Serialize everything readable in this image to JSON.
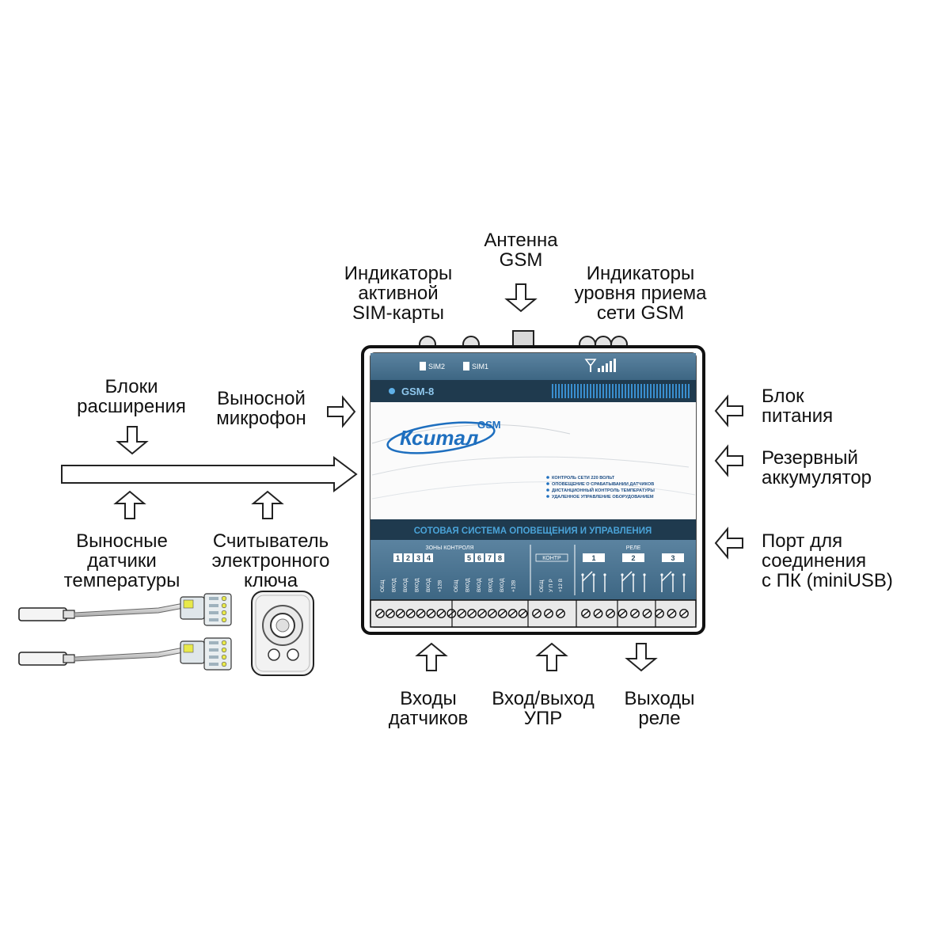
{
  "labels": {
    "antenna": [
      "Антенна",
      "GSM"
    ],
    "sim_indicators": [
      "Индикаторы",
      "активной",
      "SIM-карты"
    ],
    "gsm_level_indicators": [
      "Индикаторы",
      "уровня приема",
      "сети GSM"
    ],
    "expansion_blocks": [
      "Блоки",
      "расширения"
    ],
    "remote_microphone": [
      "Выносной",
      "микрофон"
    ],
    "power_supply": [
      "Блок",
      "питания"
    ],
    "backup_battery": [
      "Резервный",
      "аккумулятор"
    ],
    "pc_port": [
      "Порт для",
      "соединения",
      "с ПК (miniUSB)"
    ],
    "temperature_sensors": [
      "Выносные",
      "датчики",
      "температуры"
    ],
    "key_reader": [
      "Считыватель",
      "электронного",
      "ключа"
    ],
    "sensor_inputs": [
      "Входы",
      "датчиков"
    ],
    "upr_io": [
      "Вход/выход",
      "УПР"
    ],
    "relay_outputs": [
      "Выходы",
      "реле"
    ]
  },
  "device": {
    "sim2": "SIM2",
    "sim1": "SIM1",
    "model": "GSM-8",
    "brand": "Кситал",
    "brand_suffix": "GSM",
    "features": [
      "КОНТРОЛЬ СЕТИ 220 ВОЛЬТ",
      "ОПОВЕЩЕНИЕ О СРАБАТЫВАНИИ ДАТЧИКОВ",
      "ДИСТАНЦИОННЫЙ КОНТРОЛЬ ТЕМПЕРАТУРЫ",
      "УДАЛЕННОЕ УПРАВЛЕНИЕ ОБОРУДОВАНИЕМ"
    ],
    "slogan": "СОТОВАЯ СИСТЕМА ОПОВЕЩЕНИЯ И УПРАВЛЕНИЯ",
    "zones_title": "ЗОНЫ КОНТРОЛЯ",
    "zone_numbers": [
      "1",
      "2",
      "3",
      "4",
      "5",
      "6",
      "7",
      "8"
    ],
    "zone_pins": [
      "ОБЩ",
      "ВХОД",
      "ВХОД",
      "ВХОД",
      "ВХОД",
      "+12В",
      "ОБЩ",
      "ВХОД",
      "ВХОД",
      "ВХОД",
      "ВХОД",
      "+12В"
    ],
    "kontr_title": "КОНТР",
    "kontr_pins": [
      "ОБЩ",
      "У П Р",
      "+12 В"
    ],
    "relay_title": "РЕЛЕ",
    "relay_numbers": [
      "1",
      "2",
      "3"
    ]
  },
  "colors": {
    "panel": "#3f6a86",
    "panel_dark": "#1f3a4e",
    "brand_blue": "#1e6fbf",
    "slogan_text": "#4aa3d8"
  }
}
